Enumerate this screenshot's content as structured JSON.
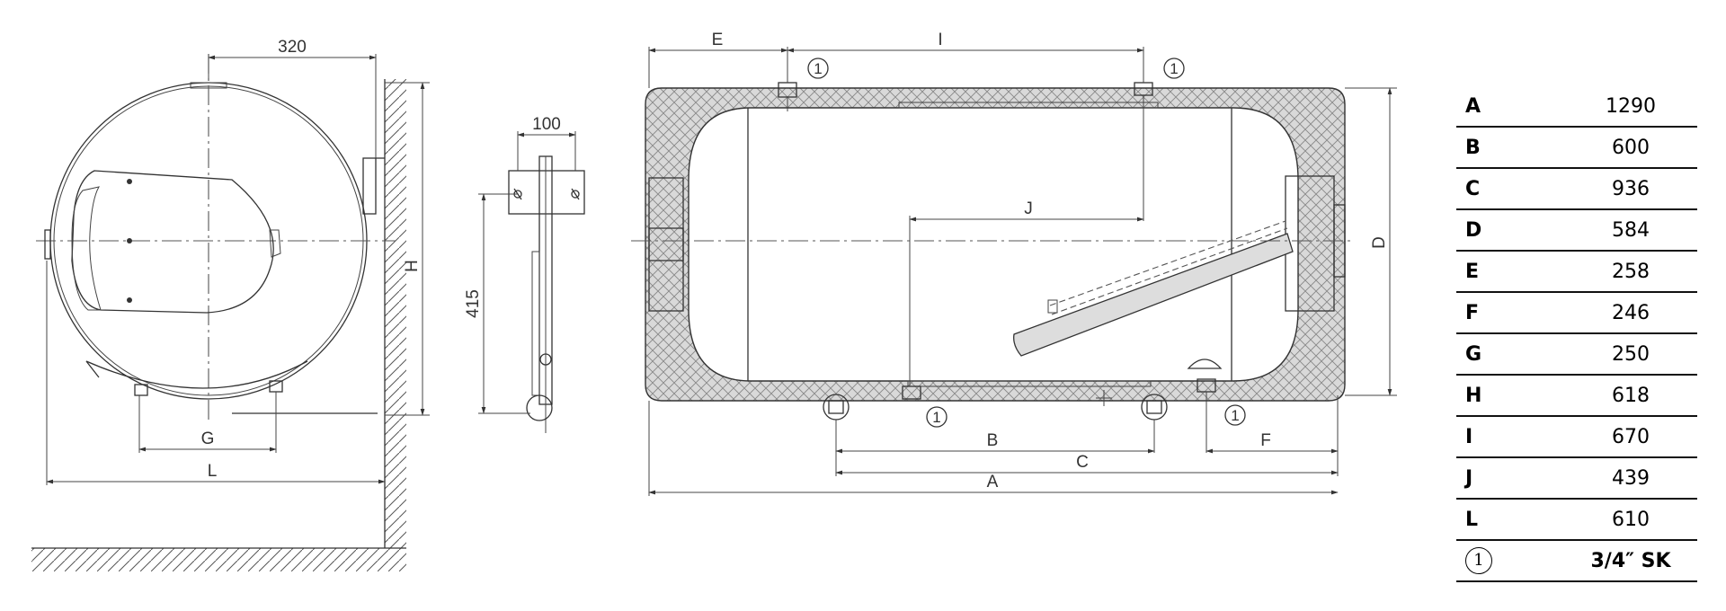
{
  "left_view": {
    "width_label": "320",
    "height_label": "H",
    "g_label": "G",
    "l_label": "L"
  },
  "bracket_view": {
    "width_label": "100",
    "height_label": "415"
  },
  "main_view": {
    "e_label": "E",
    "i_label": "I",
    "j_label": "J",
    "d_label": "D",
    "b_label": "B",
    "c_label": "C",
    "f_label": "F",
    "a_label": "A",
    "connection_marker": "1"
  },
  "dimension_table": {
    "rows": [
      {
        "key": "A",
        "value": "1290"
      },
      {
        "key": "B",
        "value": "600"
      },
      {
        "key": "C",
        "value": "936"
      },
      {
        "key": "D",
        "value": "584"
      },
      {
        "key": "E",
        "value": "258"
      },
      {
        "key": "F",
        "value": "246"
      },
      {
        "key": "G",
        "value": "250"
      },
      {
        "key": "H",
        "value": "618"
      },
      {
        "key": "I",
        "value": "670"
      },
      {
        "key": "J",
        "value": "439"
      },
      {
        "key": "L",
        "value": "610"
      }
    ],
    "footer": {
      "key": "1",
      "value": "3/4″ SK"
    }
  }
}
